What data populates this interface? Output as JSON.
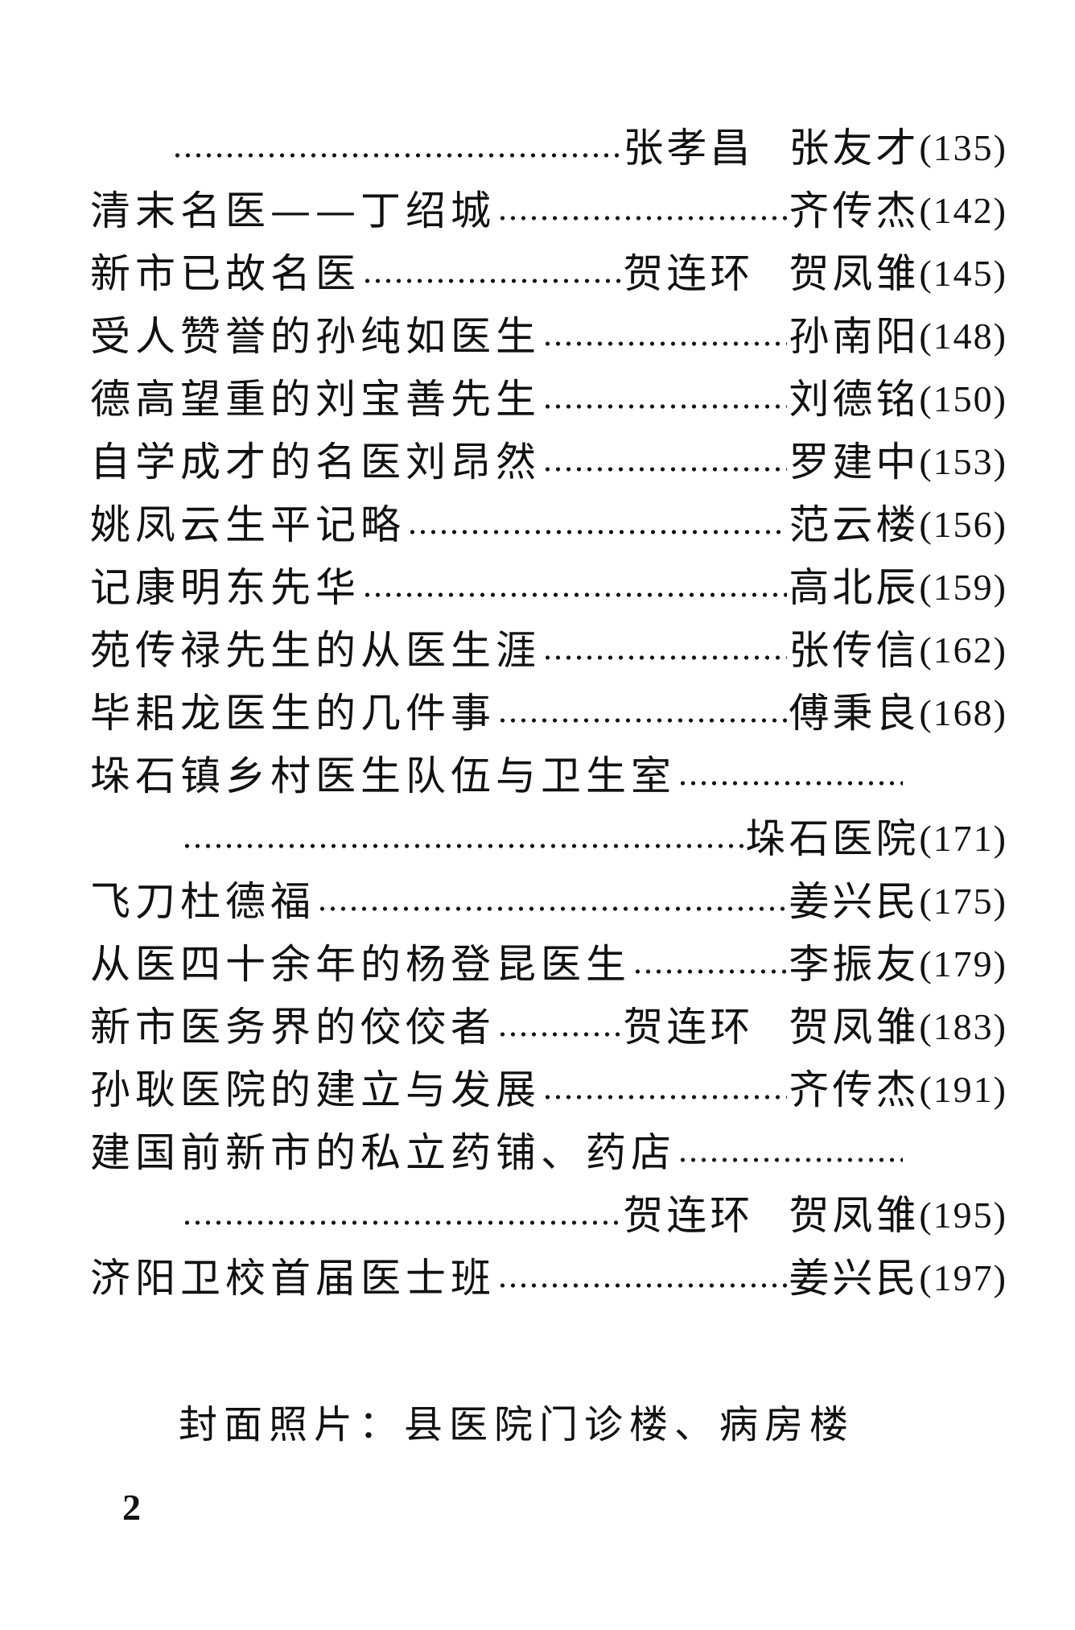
{
  "toc": [
    {
      "title": "",
      "authors": [
        "张孝昌",
        "张友才"
      ],
      "page": "(135)",
      "kind": "first"
    },
    {
      "title": "清末名医——丁绍城",
      "authors": [
        "齐传杰"
      ],
      "page": "(142)"
    },
    {
      "title": "新市已故名医",
      "authors": [
        "贺连环",
        "贺凤雏"
      ],
      "page": "(145)"
    },
    {
      "title": "受人赞誉的孙纯如医生",
      "authors": [
        "孙南阳"
      ],
      "page": "(148)"
    },
    {
      "title": "德高望重的刘宝善先生",
      "authors": [
        "刘德铭"
      ],
      "page": "(150)"
    },
    {
      "title": "自学成才的名医刘昂然",
      "authors": [
        "罗建中"
      ],
      "page": "(153)"
    },
    {
      "title": "姚凤云生平记略",
      "authors": [
        "范云楼"
      ],
      "page": "(156)"
    },
    {
      "title": "记康明东先华",
      "authors": [
        "高北辰"
      ],
      "page": "(159)"
    },
    {
      "title": "苑传禄先生的从医生涯",
      "authors": [
        "张传信"
      ],
      "page": "(162)"
    },
    {
      "title": "毕耜龙医生的几件事",
      "authors": [
        "傅秉良"
      ],
      "page": "(168)"
    },
    {
      "title": "垛石镇乡村医生队伍与卫生室",
      "authors": [],
      "page": "",
      "kind": "open"
    },
    {
      "title": "",
      "authors": [
        "垛石医院"
      ],
      "page": "(171)",
      "kind": "cont"
    },
    {
      "title": "飞刀杜德福",
      "authors": [
        "姜兴民"
      ],
      "page": "(175)"
    },
    {
      "title": "从医四十余年的杨登昆医生",
      "authors": [
        "李振友"
      ],
      "page": "(179)"
    },
    {
      "title": "新市医务界的佼佼者",
      "authors": [
        "贺连环",
        "贺凤雏"
      ],
      "page": "(183)"
    },
    {
      "title": "孙耿医院的建立与发展",
      "authors": [
        "齐传杰"
      ],
      "page": "(191)"
    },
    {
      "title": "建国前新市的私立药铺、药店",
      "authors": [],
      "page": "",
      "kind": "open"
    },
    {
      "title": "",
      "authors": [
        "贺连环",
        "贺凤雏"
      ],
      "page": "(195)",
      "kind": "cont"
    },
    {
      "title": "济阳卫校首届医士班",
      "authors": [
        "姜兴民"
      ],
      "page": "(197)"
    }
  ],
  "cover_note": "封面照片：县医院门诊楼、病房楼",
  "page_number": "2"
}
